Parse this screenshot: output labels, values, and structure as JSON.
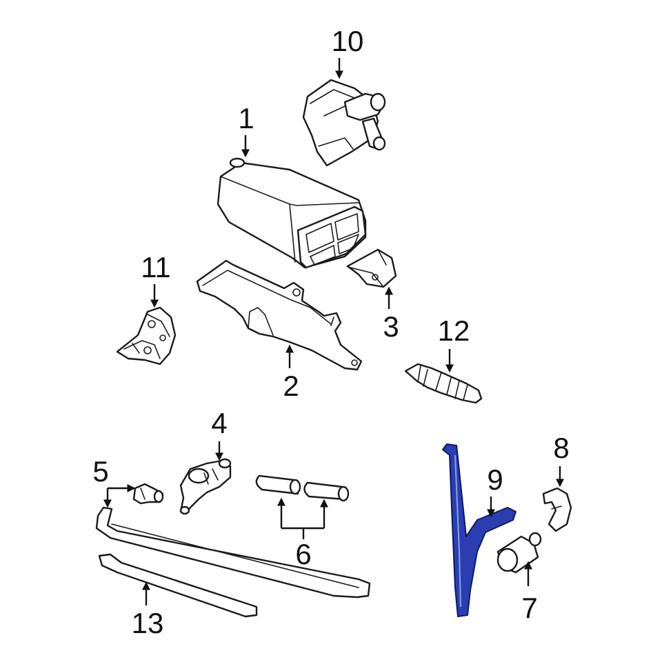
{
  "colors": {
    "line": "#1a1a1a",
    "highlight": "#2a3eb1",
    "background": "#ffffff"
  },
  "callouts": {
    "c1": "1",
    "c2": "2",
    "c3": "3",
    "c4": "4",
    "c5": "5",
    "c6": "6",
    "c7": "7",
    "c8": "8",
    "c9": "9",
    "c10": "10",
    "c11": "11",
    "c12": "12",
    "c13": "13"
  }
}
